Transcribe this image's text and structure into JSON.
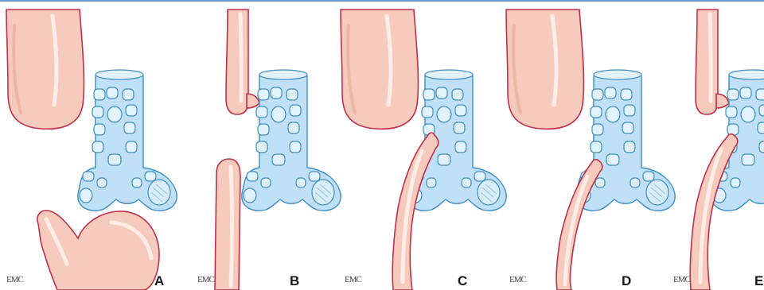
{
  "panels": [
    {
      "letter": "A",
      "watermark": "EMC"
    },
    {
      "letter": "B",
      "watermark": "EMC"
    },
    {
      "letter": "C",
      "watermark": "EMC"
    },
    {
      "letter": "D",
      "watermark": "EMC"
    },
    {
      "letter": "E",
      "watermark": "EMC"
    }
  ],
  "colors": {
    "rule": "#6a9ad0",
    "esophagus_fill": "#f6cbbd",
    "esophagus_outline": "#c0304a",
    "trachea_fill": "#bfe0f6",
    "trachea_outline": "#3d8fc8"
  }
}
